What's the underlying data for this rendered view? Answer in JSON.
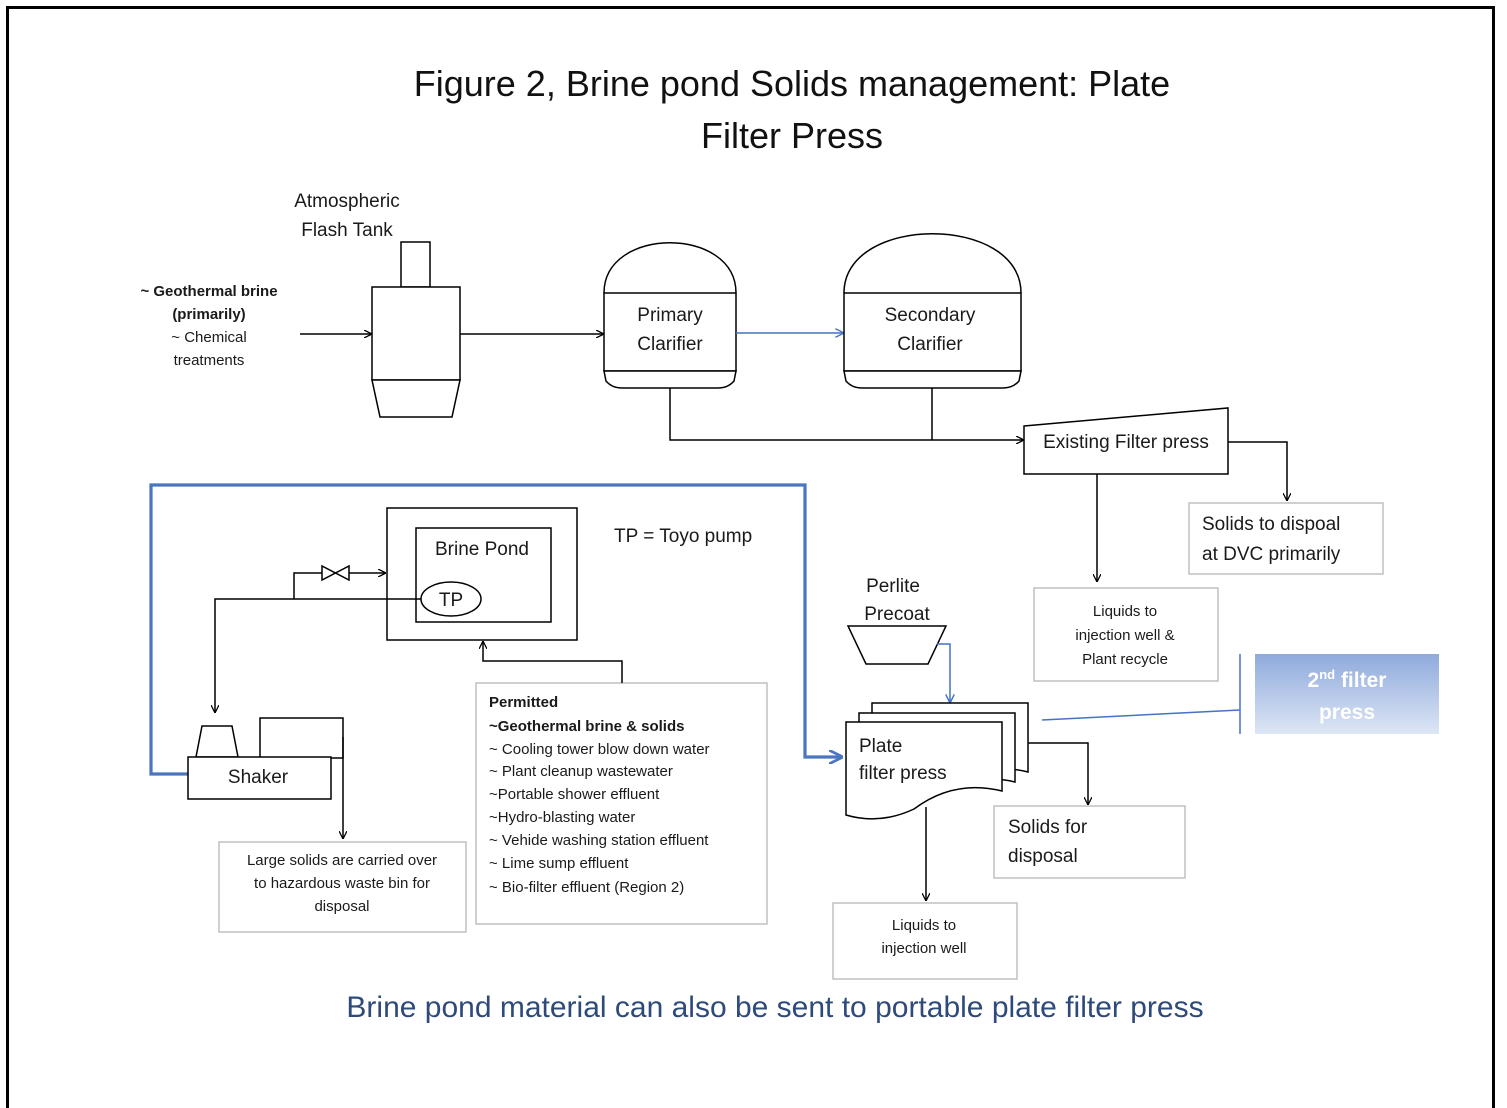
{
  "title": {
    "line1": "Figure 2, Brine pond Solids management: Plate",
    "line2": "Filter Press"
  },
  "flash_tank": {
    "line1": "Atmospheric",
    "line2": "Flash Tank"
  },
  "input": {
    "line1": "~ Geothermal brine",
    "line2": "(primarily)",
    "line3": "~ Chemical",
    "line4": "treatments"
  },
  "primary_clarifier": {
    "line1": "Primary",
    "line2": "Clarifier"
  },
  "secondary_clarifier": {
    "line1": "Secondary",
    "line2": "Clarifier"
  },
  "existing_filter_press": {
    "label": "Existing Filter press"
  },
  "solids_disposal_dvc": {
    "line1": "Solids to dispoal",
    "line2": "at DVC primarily"
  },
  "liquids_recycle": {
    "line1": "Liquids to",
    "line2": "injection well  &",
    "line3": "Plant recycle"
  },
  "tp_legend": "TP = Toyo pump",
  "brine_pond": {
    "label": "Brine Pond",
    "pump": "TP"
  },
  "perlite": {
    "line1": "Perlite",
    "line2": "Precoat"
  },
  "second_filter": {
    "line1": "2nd filter",
    "line2": "press"
  },
  "plate_filter_press": {
    "line1": "Plate",
    "line2": "filter press"
  },
  "shaker": {
    "label": "Shaker"
  },
  "permitted": {
    "heading": "Permitted",
    "items": [
      "~Geothermal brine & solids",
      "~ Cooling tower blow down water",
      "~ Plant cleanup wastewater",
      "~Portable shower effluent",
      "~Hydro-blasting water",
      "~ Vehide washing station effluent",
      "~ Lime sump effluent",
      "~ Bio-filter effluent (Region 2)"
    ]
  },
  "large_solids": {
    "line1": "Large solids are carried over",
    "line2": "to hazardous waste bin for",
    "line3": "disposal"
  },
  "solids_for_disposal": {
    "line1": "Solids for",
    "line2": "disposal"
  },
  "liquids_injection": {
    "line1": "Liquids to",
    "line2": "injection well"
  },
  "footer_note": "Brine pond material can also be sent to portable plate filter press",
  "colors": {
    "flow_blue": "#4472c4",
    "note_blue": "#2e4a7a",
    "second_filter_fill": "#8faadc"
  }
}
